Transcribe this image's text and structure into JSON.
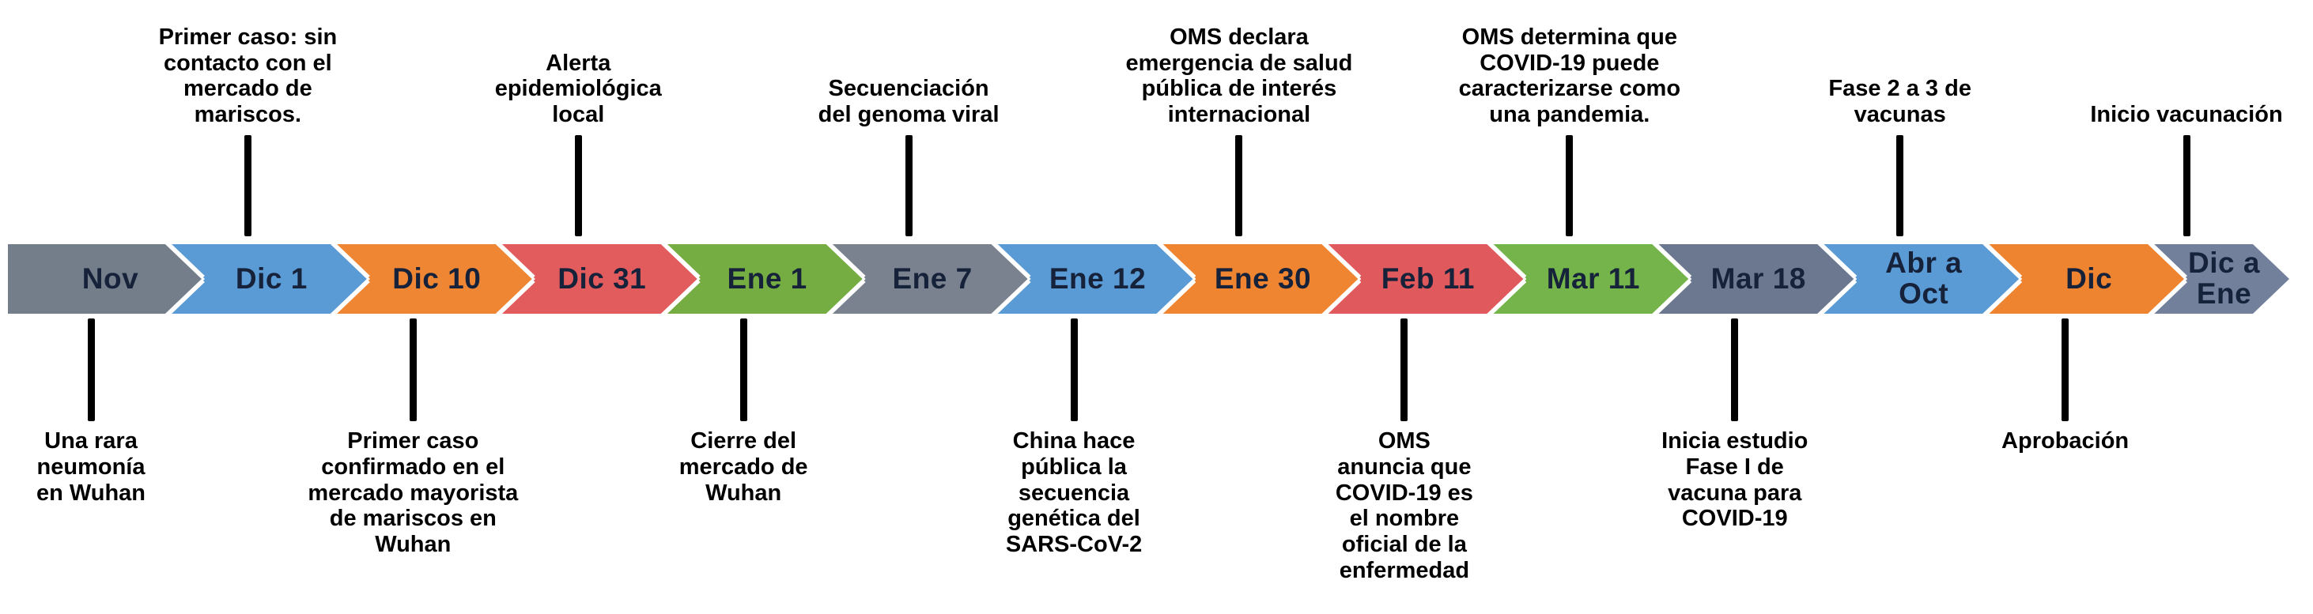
{
  "diagram": {
    "type": "timeline",
    "subject": "COVID-19",
    "connector_color": "#000000",
    "background_color": "#ffffff"
  },
  "timeline": {
    "events": [
      {
        "date": "Nov",
        "color": "#747e8a",
        "position": "below",
        "annotation": "Una rara\nneumonía\nen Wuhan"
      },
      {
        "date": "Dic 1",
        "color": "#5b9bd5",
        "position": "above",
        "annotation": "Primer caso: sin\ncontacto con el\nmercado de\nmariscos."
      },
      {
        "date": "Dic 10",
        "color": "#ee8634",
        "position": "below",
        "annotation": "Primer caso\nconfirmado en el\nmercado mayorista\nde mariscos en\nWuhan"
      },
      {
        "date": "Dic 31",
        "color": "#e25c5e",
        "position": "above",
        "annotation": "Alerta\nepidemiológica\nlocal"
      },
      {
        "date": "Ene 1",
        "color": "#76ad42",
        "position": "below",
        "annotation": "Cierre del\nmercado de\nWuhan"
      },
      {
        "date": "Ene 7",
        "color": "#79828e",
        "position": "above",
        "annotation": "Secuenciación\ndel genoma viral"
      },
      {
        "date": "Ene 12",
        "color": "#5b9bd5",
        "position": "below",
        "annotation": "China hace\npública la\nsecuencia\ngenética del\nSARS-CoV-2"
      },
      {
        "date": "Ene 30",
        "color": "#f08531",
        "position": "above",
        "annotation": "OMS declara\nemergencia de salud\npública de interés\ninternacional"
      },
      {
        "date": "Feb 11",
        "color": "#e0595c",
        "position": "below",
        "annotation": "OMS\nanuncia que\nCOVID-19 es\nel nombre\noficial de la\nenfermedad"
      },
      {
        "date": "Mar 11",
        "color": "#74b44a",
        "position": "above",
        "annotation": "OMS determina que\nCOVID-19 puede\ncaracterizarse como\nuna pandemia."
      },
      {
        "date": "Mar 18",
        "color": "#6b7890",
        "position": "below",
        "annotation": "Inicia estudio\nFase I de\nvacuna para\nCOVID-19"
      },
      {
        "date": "Abr a\nOct",
        "color": "#5b9bd5",
        "position": "above",
        "annotation": "Fase 2 a 3 de\nvacunas"
      },
      {
        "date": "Dic",
        "color": "#ef8430",
        "position": "below",
        "annotation": "Aprobación"
      },
      {
        "date": "Dic a\nEne",
        "color": "#73809c",
        "position": "above",
        "annotation": "Inicio vacunación"
      }
    ]
  }
}
